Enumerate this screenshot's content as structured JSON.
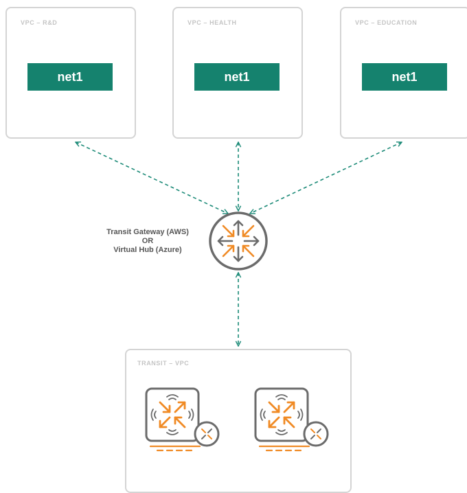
{
  "vpcs": [
    {
      "label": "VPC – R&D",
      "subnet": "net1"
    },
    {
      "label": "VPC – HEALTH",
      "subnet": "net1"
    },
    {
      "label": "VPC – EDUCATION",
      "subnet": "net1"
    }
  ],
  "hub": {
    "line1": "Transit Gateway (AWS)",
    "line2": "OR",
    "line3": "Virtual Hub (Azure)",
    "icon": "router-icon"
  },
  "transit": {
    "label": "TRANSIT – VPC",
    "devices": [
      {
        "icon": "firewall-appliance-icon"
      },
      {
        "icon": "firewall-appliance-icon"
      }
    ]
  },
  "colors": {
    "link": "#1b8a77",
    "accent": "#f08a24",
    "outline": "#6b6b6b",
    "box_border": "#d4d4d4",
    "chip": "#15826e"
  }
}
